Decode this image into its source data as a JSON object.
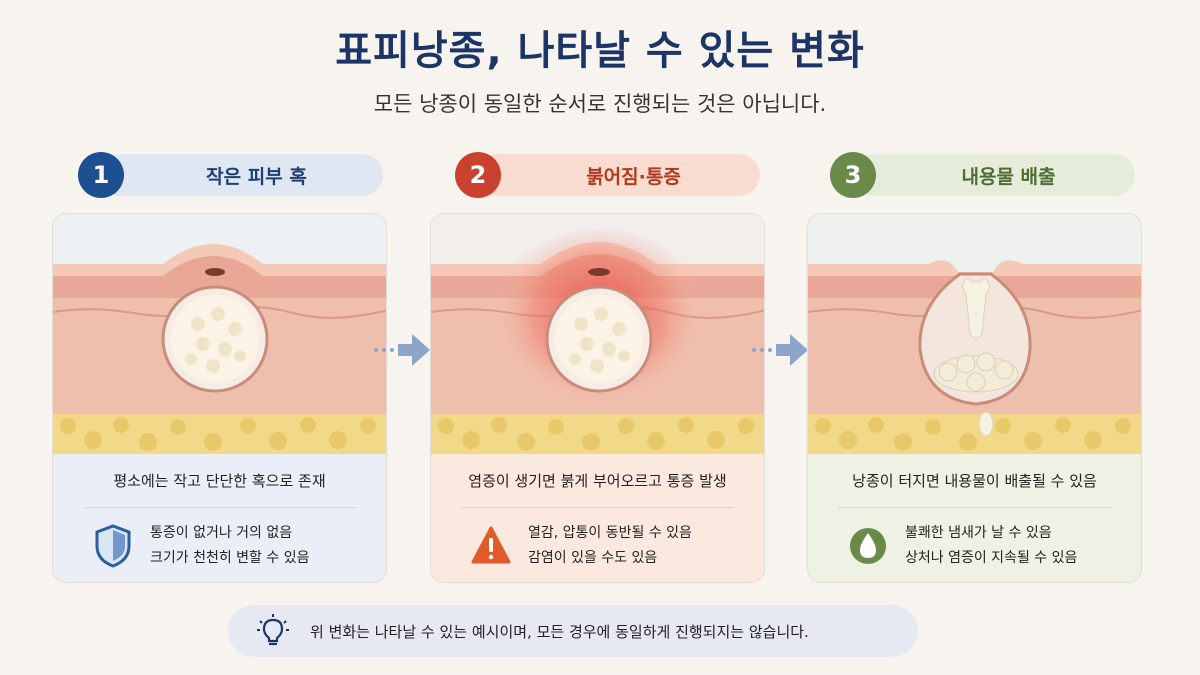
{
  "title": "표피낭종, 나타날 수 있는 변화",
  "subtitle": "모든 낭종이 동일한 순서로 진행되는 것은 아닙니다.",
  "stages": [
    {
      "number": "1",
      "label": "작은 피부 혹",
      "accent": "#1d4f91",
      "pill_bg": "#dfe7f3",
      "panel_bg": "#e9eef7",
      "description": "평소에는 작고 단단한 혹으로 존재",
      "icon": "shield-icon",
      "notes": [
        "통증이 없거나 거의 없음",
        "크기가 천천히 변할 수 있음"
      ]
    },
    {
      "number": "2",
      "label": "붉어짐·통증",
      "accent": "#c8422f",
      "pill_bg": "#f7dccf",
      "panel_bg": "#fbe8df",
      "description": "염증이 생기면 붉게 부어오르고 통증 발생",
      "icon": "warning-icon",
      "notes": [
        "열감, 압통이 동반될 수 있음",
        "감염이 있을 수도 있음"
      ]
    },
    {
      "number": "3",
      "label": "내용물 배출",
      "accent": "#6a8a4a",
      "pill_bg": "#e5ecd9",
      "panel_bg": "#eef2e4",
      "description": "낭종이 터지면 내용물이 배출될 수 있음",
      "icon": "drop-icon",
      "notes": [
        "불쾌한 냄새가 날 수 있음",
        "상처나 염증이 지속될 수 있음"
      ]
    }
  ],
  "footer": {
    "icon": "lightbulb-icon",
    "text": "위 변화는 나타날 수 있는 예시이며, 모든 경우에 동일하게 진행되지는 않습니다."
  }
}
